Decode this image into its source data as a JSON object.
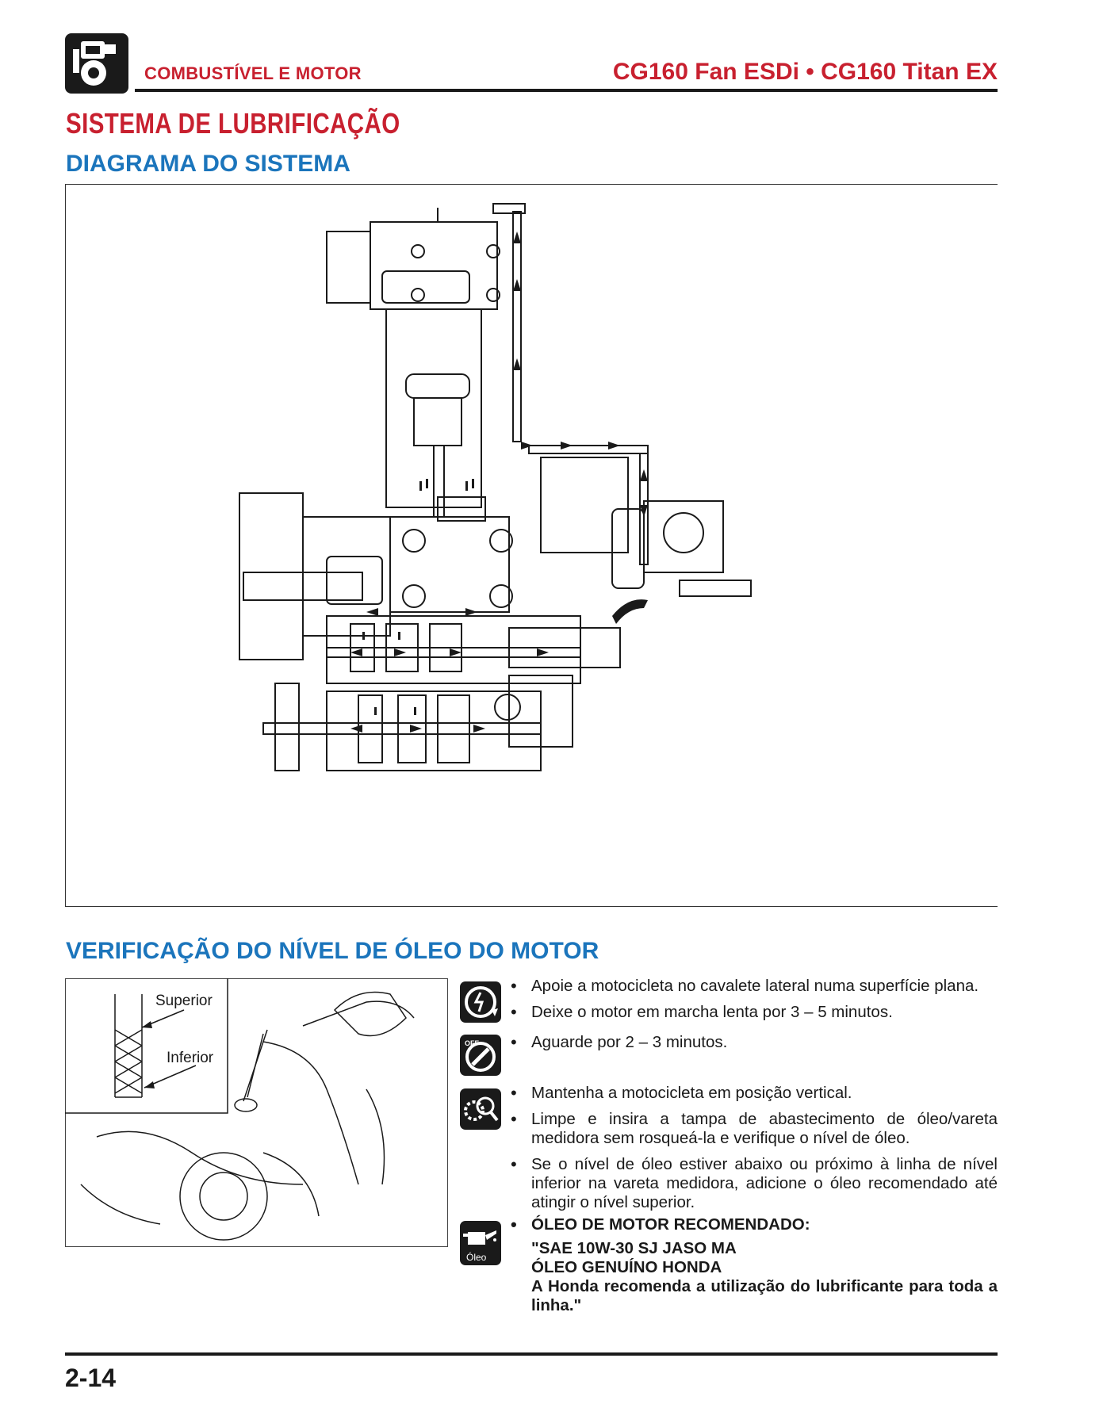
{
  "header": {
    "section_label": "COMBUSTÍVEL E MOTOR",
    "models": "CG160 Fan ESDi • CG160 Titan EX",
    "logo_icon": "engine-fuel-section-icon"
  },
  "titles": {
    "main": "SISTEMA DE LUBRIFICAÇÃO",
    "diagram": "DIAGRAMA DO SISTEMA",
    "check": "VERIFICAÇÃO DO NÍVEL DE ÓLEO DO MOTOR"
  },
  "illustration": {
    "label_upper": "Superior",
    "label_lower": "Inferior"
  },
  "icons": {
    "engine_run": "engine-running-icon",
    "engine_off": "engine-off-icon",
    "check": "inspection-icon",
    "oil": "oil-can-icon",
    "oil_label": "Óleo"
  },
  "steps": {
    "group1": [
      "Apoie a motocicleta no cavalete lateral numa superfície plana.",
      "Deixe o motor em marcha lenta por 3 – 5 minutos."
    ],
    "group2": [
      "Aguarde por 2 – 3 minutos."
    ],
    "group3": [
      "Mantenha a motocicleta em posição vertical.",
      "Limpe e insira a tampa de abastecimento de óleo/vareta medidora sem rosqueá-la e verifique o nível de óleo.",
      "Se o nível de óleo estiver abaixo ou próximo à linha de nível inferior na vareta medidora, adicione o óleo recomendado até atingir o nível superior."
    ],
    "oil_heading": "ÓLEO DE MOTOR RECOMENDADO:",
    "oil_line1": "\"SAE 10W-30 SJ JASO MA",
    "oil_line2": "ÓLEO GENUÍNO HONDA",
    "oil_line3": "A Honda recomenda a utilização do lubrificante para toda a linha.\""
  },
  "footer": {
    "page_number": "2-14"
  }
}
